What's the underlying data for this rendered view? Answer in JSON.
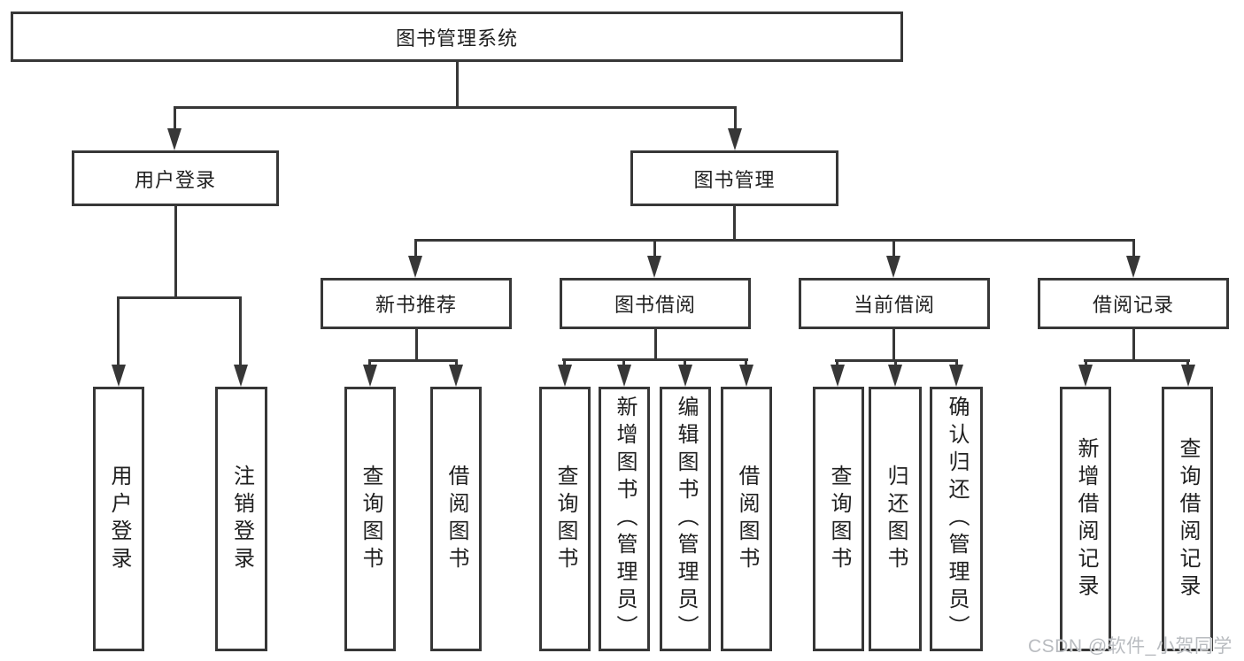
{
  "tree": {
    "root": {
      "label": "图书管理系统"
    },
    "children": [
      {
        "label": "用户登录",
        "children": [
          {
            "label": "用户登录"
          },
          {
            "label": "注销登录"
          }
        ]
      },
      {
        "label": "图书管理",
        "children": [
          {
            "label": "新书推荐",
            "children": [
              {
                "label": "查询图书"
              },
              {
                "label": "借阅图书"
              }
            ]
          },
          {
            "label": "图书借阅",
            "children": [
              {
                "label": "查询图书"
              },
              {
                "label": "新增图书（管理员）"
              },
              {
                "label": "编辑图书（管理员）"
              },
              {
                "label": "借阅图书"
              }
            ]
          },
          {
            "label": "当前借阅",
            "children": [
              {
                "label": "查询图书"
              },
              {
                "label": "归还图书"
              },
              {
                "label": "确认归还（管理员）"
              }
            ]
          },
          {
            "label": "借阅记录",
            "children": [
              {
                "label": "新增借阅记录"
              },
              {
                "label": "查询借阅记录"
              }
            ]
          }
        ]
      }
    ]
  },
  "watermark": {
    "text": "CSDN @软件_小贺同学"
  },
  "colors": {
    "line": "#373737",
    "box_border": "#373737",
    "box_bg": "#ffffff",
    "text": "#1f1f1f",
    "watermark": "#b9bcc0",
    "page_bg": "#ffffff"
  }
}
